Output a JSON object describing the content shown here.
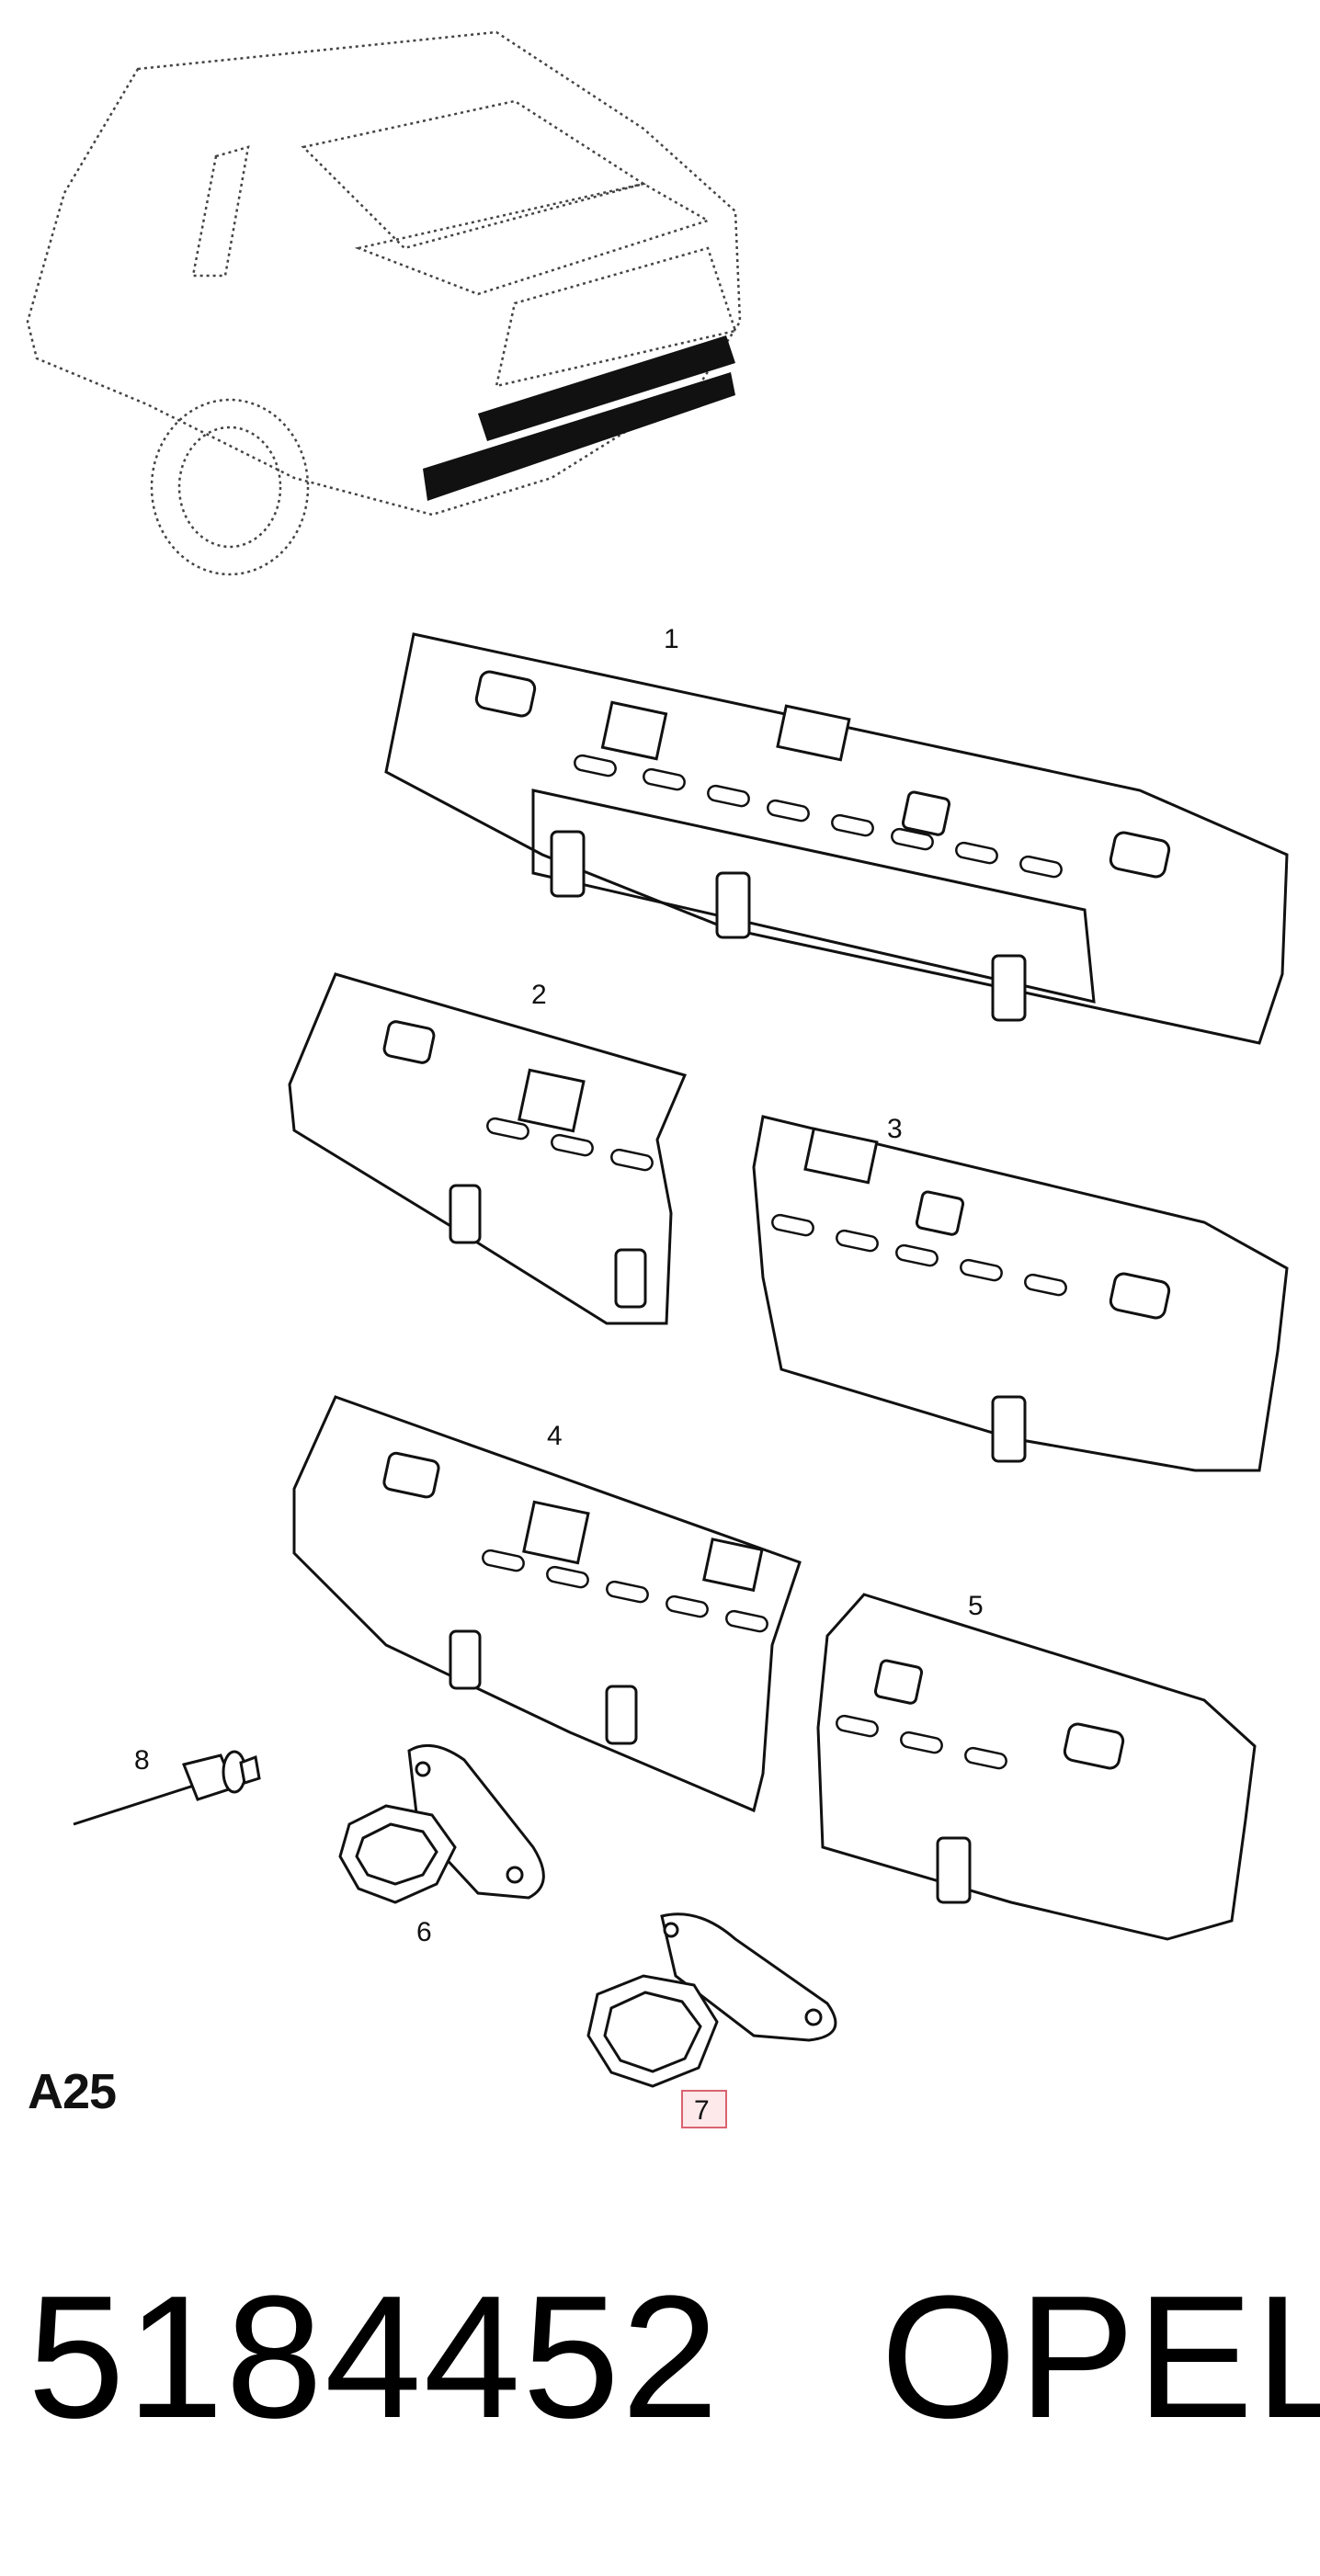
{
  "diagram": {
    "callouts": [
      {
        "id": "1",
        "label": "1"
      },
      {
        "id": "2",
        "label": "2"
      },
      {
        "id": "3",
        "label": "3"
      },
      {
        "id": "4",
        "label": "4"
      },
      {
        "id": "5",
        "label": "5"
      },
      {
        "id": "6",
        "label": "6"
      },
      {
        "id": "7",
        "label": "7",
        "highlighted": true
      },
      {
        "id": "8",
        "label": "8"
      }
    ],
    "highlight_color": "#d9646f"
  },
  "sheet_code": "A25",
  "part_number": "5184452",
  "brand": "OPEL"
}
